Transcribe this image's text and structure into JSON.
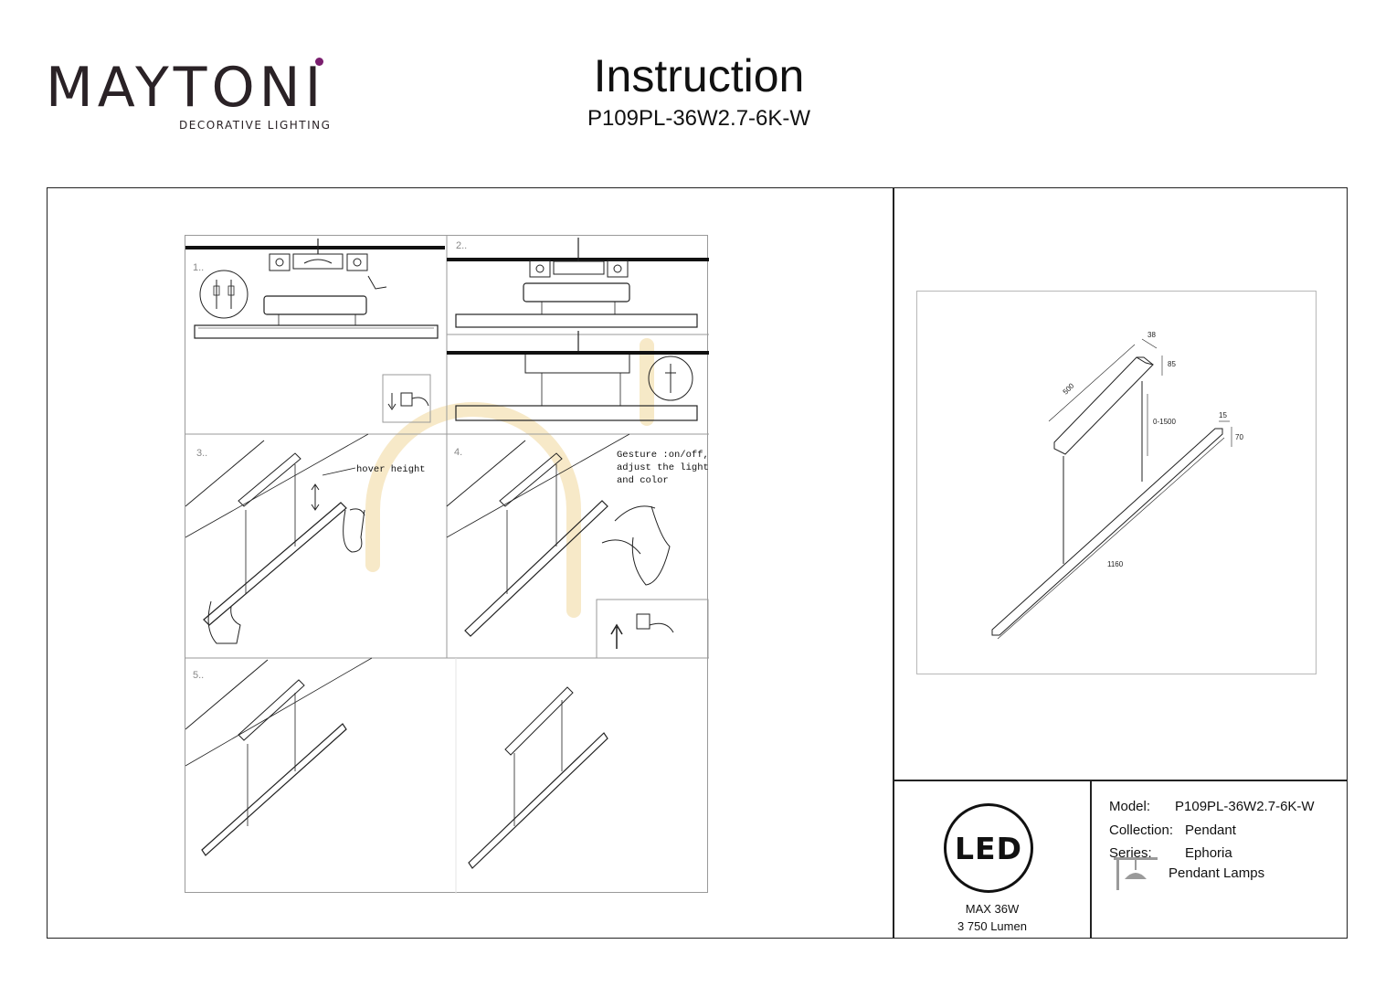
{
  "header": {
    "brand": "MAYTONI",
    "brand_tagline": "DECORATIVE LIGHTING",
    "title": "Instruction",
    "model_code": "P109PL-36W2.7-6K-W"
  },
  "steps": {
    "step1_label": "1..",
    "step2_label": "2..",
    "step3_label": "3..",
    "step4_label": "4.",
    "step5_label": "5..",
    "step3_note": "hover height",
    "step4_note_line1": "Gesture :on/off,",
    "step4_note_line2": "adjust the light",
    "step4_note_line3": "and color"
  },
  "dimensions": {
    "canopy_length": "500",
    "canopy_width": "38",
    "canopy_height": "85",
    "cable_length": "0-1500",
    "lamp_width": "15",
    "lamp_height": "70",
    "lamp_length": "1160"
  },
  "led": {
    "badge": "LED",
    "power": "MAX 36W",
    "lumen": "3 750 Lumen"
  },
  "specs": {
    "model_label": "Model:",
    "model_value": "P109PL-36W2.7-6K-W",
    "collection_label": "Collection:",
    "collection_value": "Pendant",
    "series_label": "Series:",
    "series_value": "Ephoria",
    "category_value": "Pendant Lamps"
  },
  "colors": {
    "brand_accent": "#7a1e6e",
    "watermark": "#f6e7c2"
  }
}
